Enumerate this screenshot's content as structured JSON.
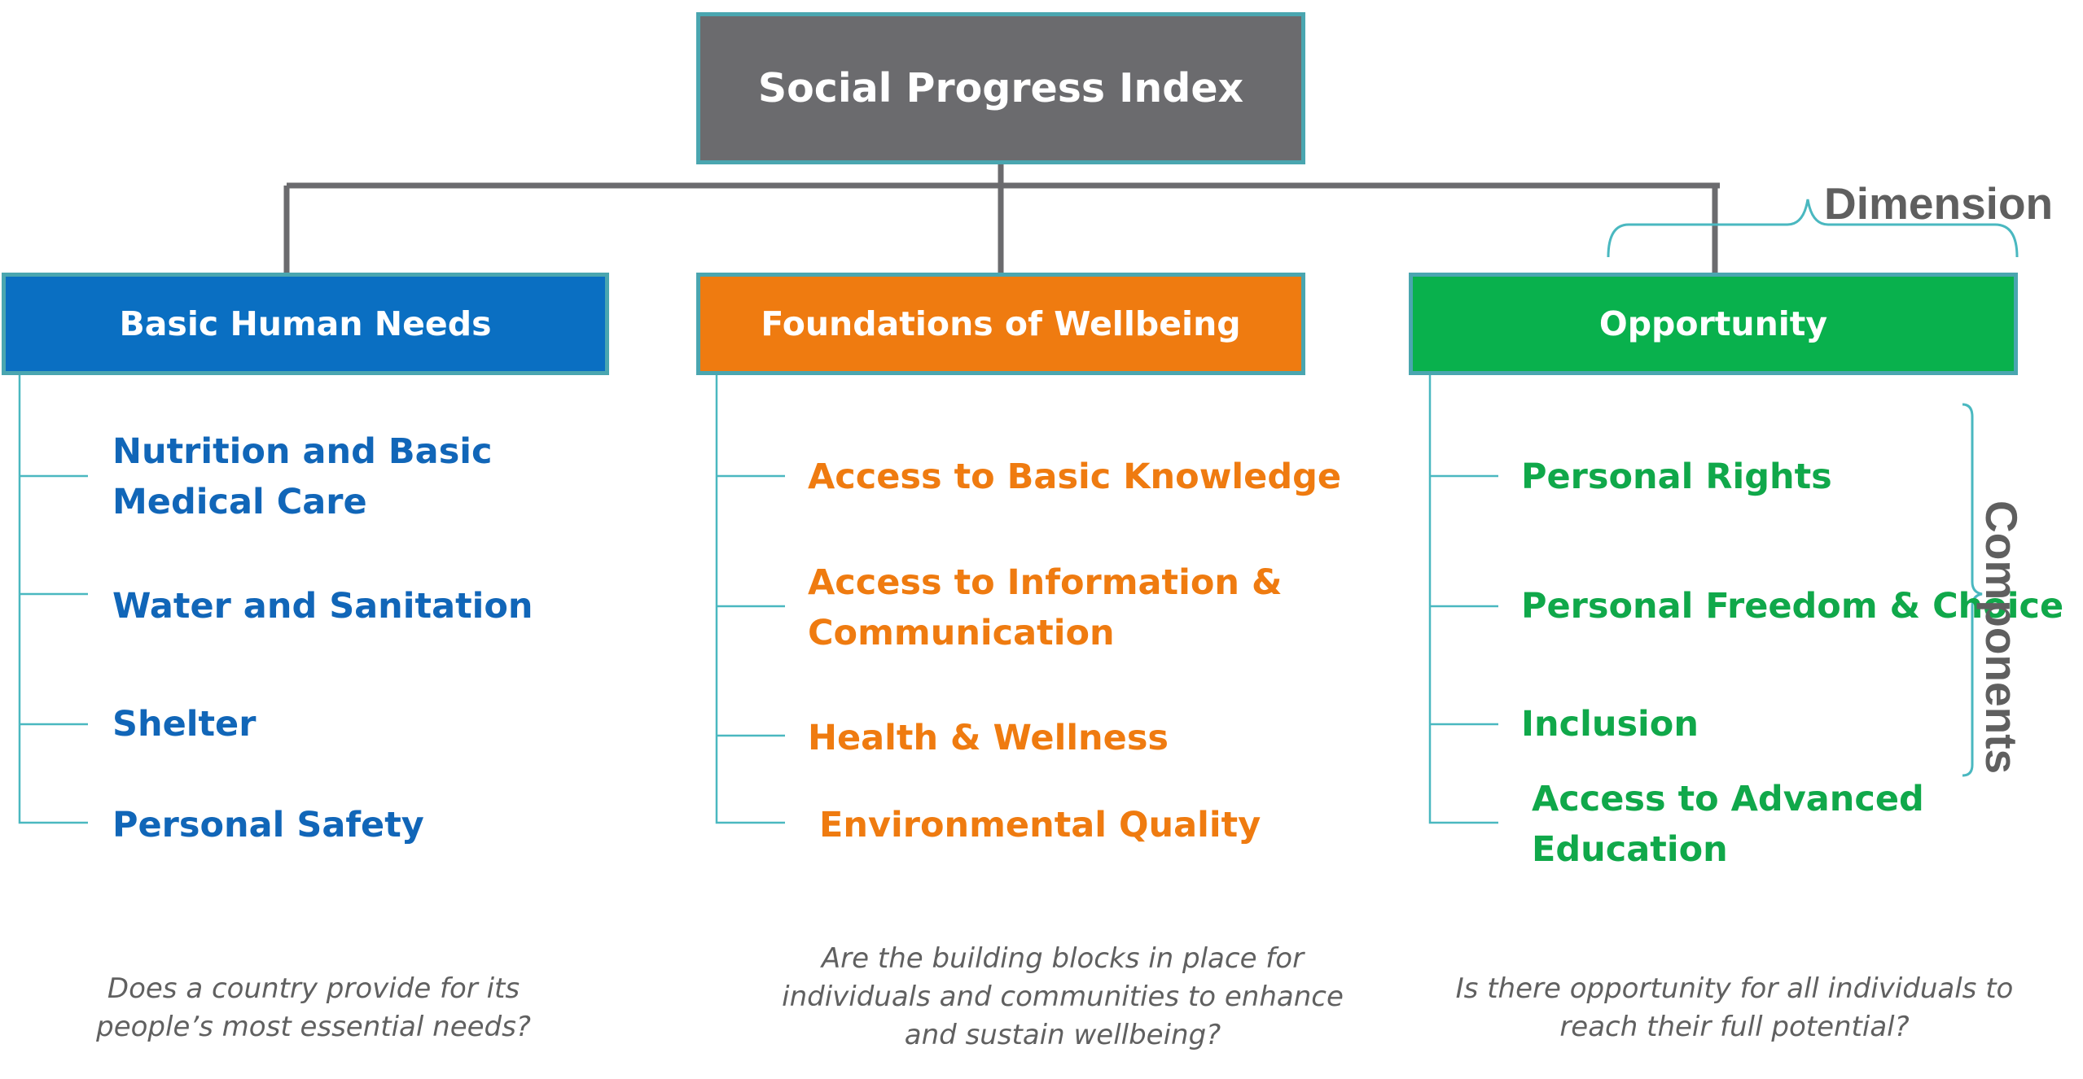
{
  "root": {
    "title": "Social Progress Index"
  },
  "dimensions": [
    {
      "title": "Basic Human Needs",
      "components": [
        "Nutrition and Basic\nMedical Care",
        "Water and Sanitation",
        "Shelter",
        "Personal Safety"
      ],
      "question": "Does a country provide for its people’s most essential needs?"
    },
    {
      "title": "Foundations of Wellbeing",
      "components": [
        "Access to Basic Knowledge",
        "Access to Information &\nCommunication",
        "Health & Wellness",
        "Environmental Quality"
      ],
      "question": "Are the building blocks in place for individuals and communities to enhance and sustain wellbeing?"
    },
    {
      "title": "Opportunity",
      "components": [
        "Personal Rights",
        "Personal Freedom & Choice",
        "Inclusion",
        "Access to Advanced\nEducation"
      ],
      "question": "Is there opportunity for all individuals to reach their full potential?"
    }
  ],
  "labels": {
    "dimension": "Dimension",
    "components": "Components"
  },
  "colors": {
    "root": "#6b6b6e",
    "basic_human_needs": "#0a6fc2",
    "foundations_of_wellbeing": "#ef7b10",
    "opportunity": "#09b14d",
    "box_border": "#4aa6b0",
    "connector": "#6b6b6e",
    "branch": "#4ab8c0"
  }
}
